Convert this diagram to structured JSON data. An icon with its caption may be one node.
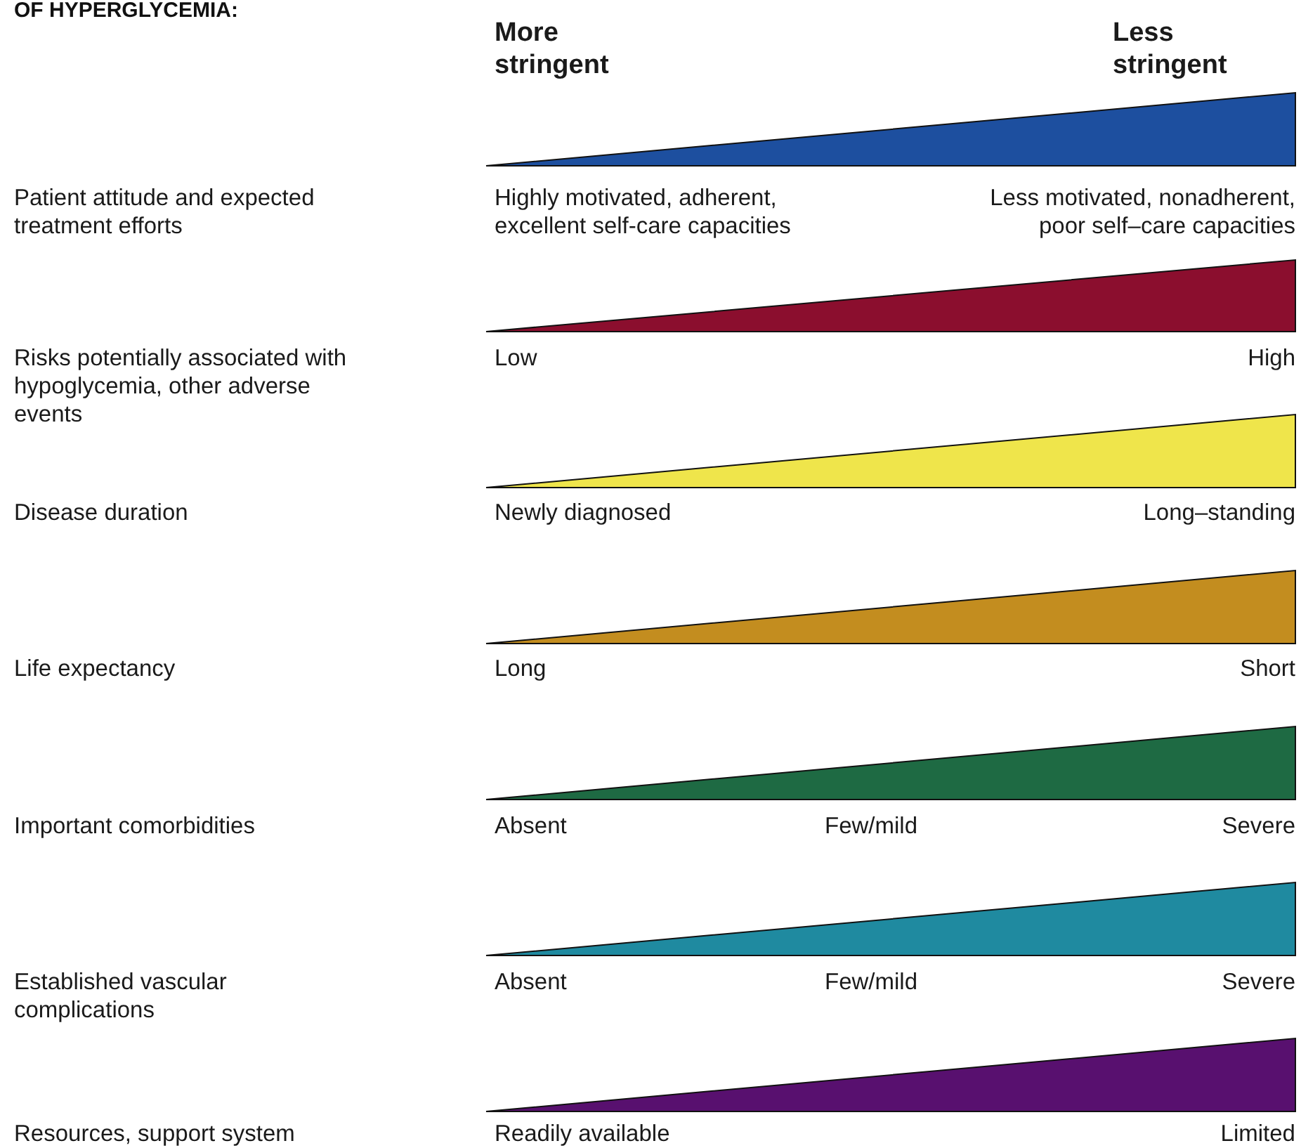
{
  "diagram": {
    "title": "OF HYPERGLYCEMIA:",
    "nodes": [
      {
        "text": [],
        "shape": "triangle"
      },
      {
        "text": [],
        "shape": "triangle"
      },
      {
        "text": [],
        "shape": "triangle"
      },
      {
        "text": [],
        "shape": "triangle"
      },
      {
        "text": [],
        "shape": "triangle"
      },
      {
        "text": [],
        "shape": "triangle"
      },
      {
        "text": [],
        "shape": "triangle"
      }
    ],
    "labels": [
      "More stringent",
      "Less stringent",
      "Patient attitude and expected treatment efforts",
      "Highly motivated, adherent, excellent self-care capacities",
      "Less motivated, nonadherent, poor self–care capacities",
      "Risks potentially associated with hypoglycemia, other adverse events",
      "Low",
      "High",
      "Disease duration",
      "Newly diagnosed",
      "Long–standing",
      "Life expectancy",
      "Long",
      "Short",
      "Important comorbidities",
      "Absent",
      "Few/mild",
      "Severe",
      "Established vascular complications",
      "Absent",
      "Few/mild",
      "Severe",
      "Resources, support system",
      "Readily available",
      "Limited"
    ]
  }
}
